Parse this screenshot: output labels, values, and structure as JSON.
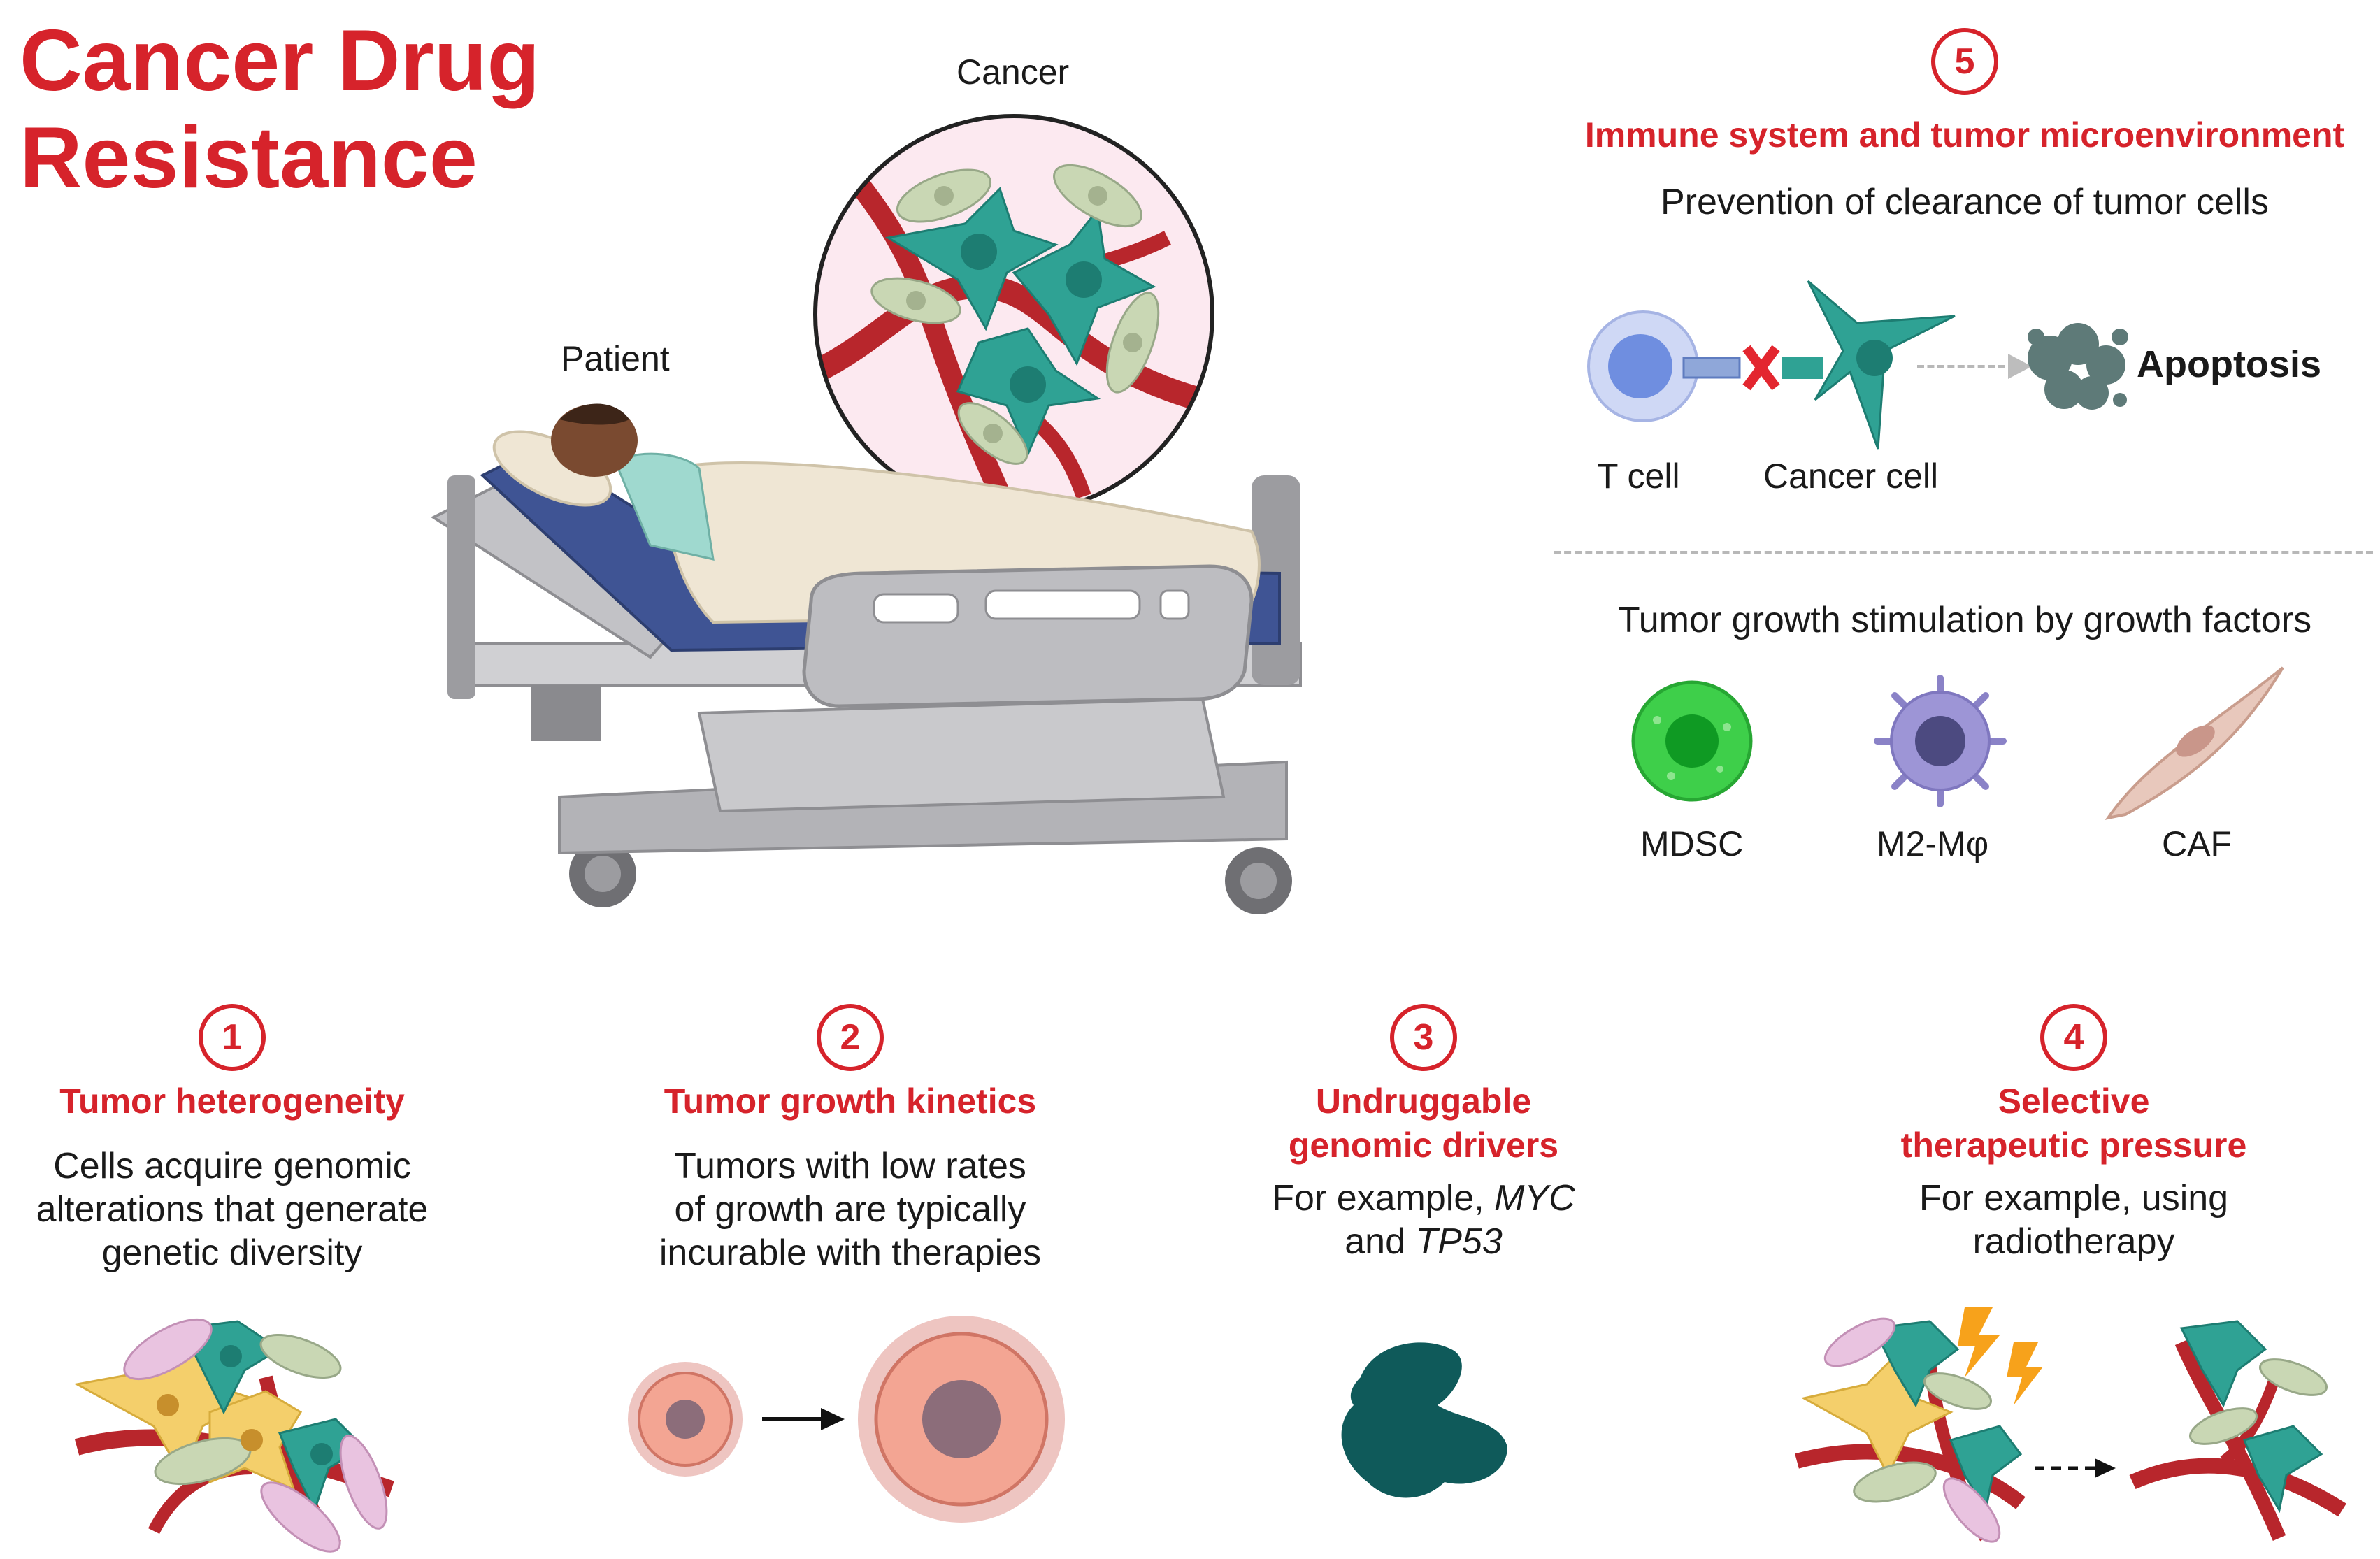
{
  "title_line1": "Cancer Drug",
  "title_line2": "Resistance",
  "patient_label": "Patient",
  "cancer_label": "Cancer",
  "section5": {
    "number": "5",
    "heading": "Immune system and tumor microenvironment",
    "subtext": "Prevention of clearance of tumor cells",
    "t_cell_label": "T cell",
    "cancer_cell_label": "Cancer cell",
    "apoptosis_label": "Apoptosis",
    "growth_text": "Tumor growth stimulation by  growth factors",
    "cells": [
      "MDSC",
      "M2-Mφ",
      "CAF"
    ]
  },
  "sections": [
    {
      "number": "1",
      "heading": "Tumor heterogeneity",
      "heading2": "",
      "body": [
        "Cells acquire genomic",
        "alterations that generate",
        "genetic diversity"
      ]
    },
    {
      "number": "2",
      "heading": "Tumor growth kinetics",
      "heading2": "",
      "body": [
        "Tumors with low rates",
        "of growth are typically",
        "incurable with therapies"
      ]
    },
    {
      "number": "3",
      "heading": "Undruggable",
      "heading2": "genomic drivers",
      "body_a": "For example, ",
      "body_a_italic": "MYC",
      "body_b": "and ",
      "body_b_italic": "TP53"
    },
    {
      "number": "4",
      "heading": "Selective",
      "heading2": "therapeutic pressure",
      "body": [
        "For example, using",
        "radiotherapy"
      ]
    }
  ],
  "colors": {
    "accent": "#d6232b",
    "teal": "#2fa294",
    "vessel": "#b8262c",
    "bed": "#a9a9ad",
    "mattress": "#3f5494"
  }
}
